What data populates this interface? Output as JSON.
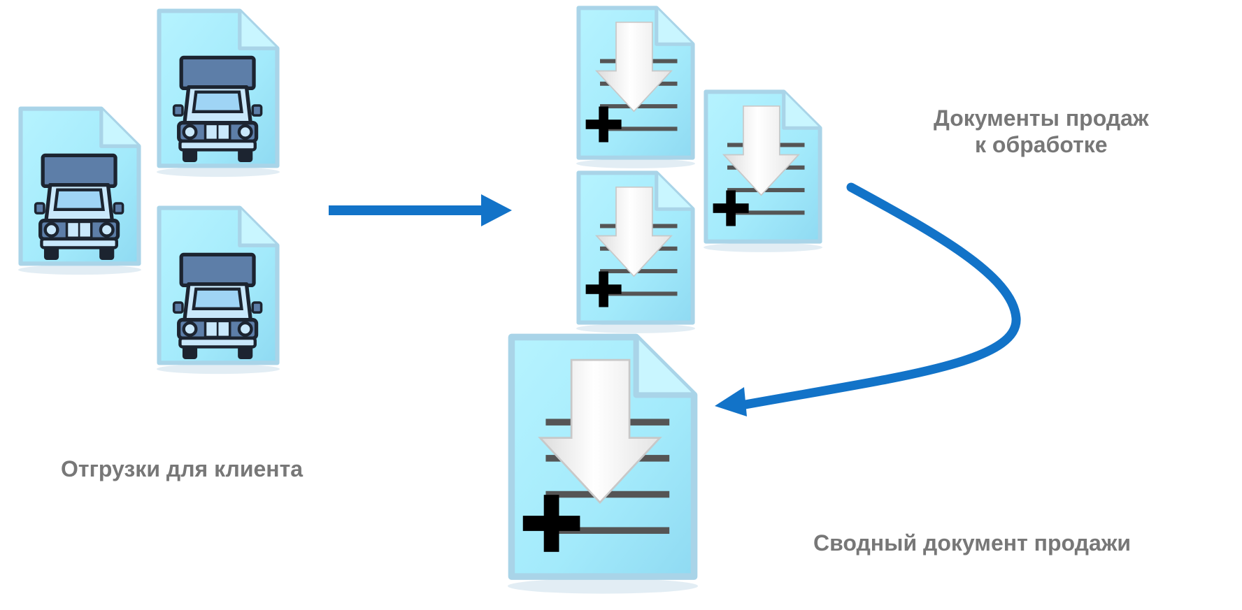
{
  "labels": {
    "shipments": "Отгрузки для клиента",
    "pending_line1": "Документы продаж",
    "pending_line2": "к обработке",
    "summary": "Сводный документ продажи"
  },
  "colors": {
    "doc_fill": "#a8ecfb",
    "doc_border": "#9fcde3",
    "arrow_blue": "#1273c8",
    "text_gray": "#777777",
    "truck_body": "#5a7aa3",
    "truck_dark": "#1c2430"
  },
  "icons": {
    "shipment_doc": "truck-document-icon",
    "sales_doc": "sales-document-add-icon",
    "flow_arrow": "flow-arrow-icon"
  }
}
